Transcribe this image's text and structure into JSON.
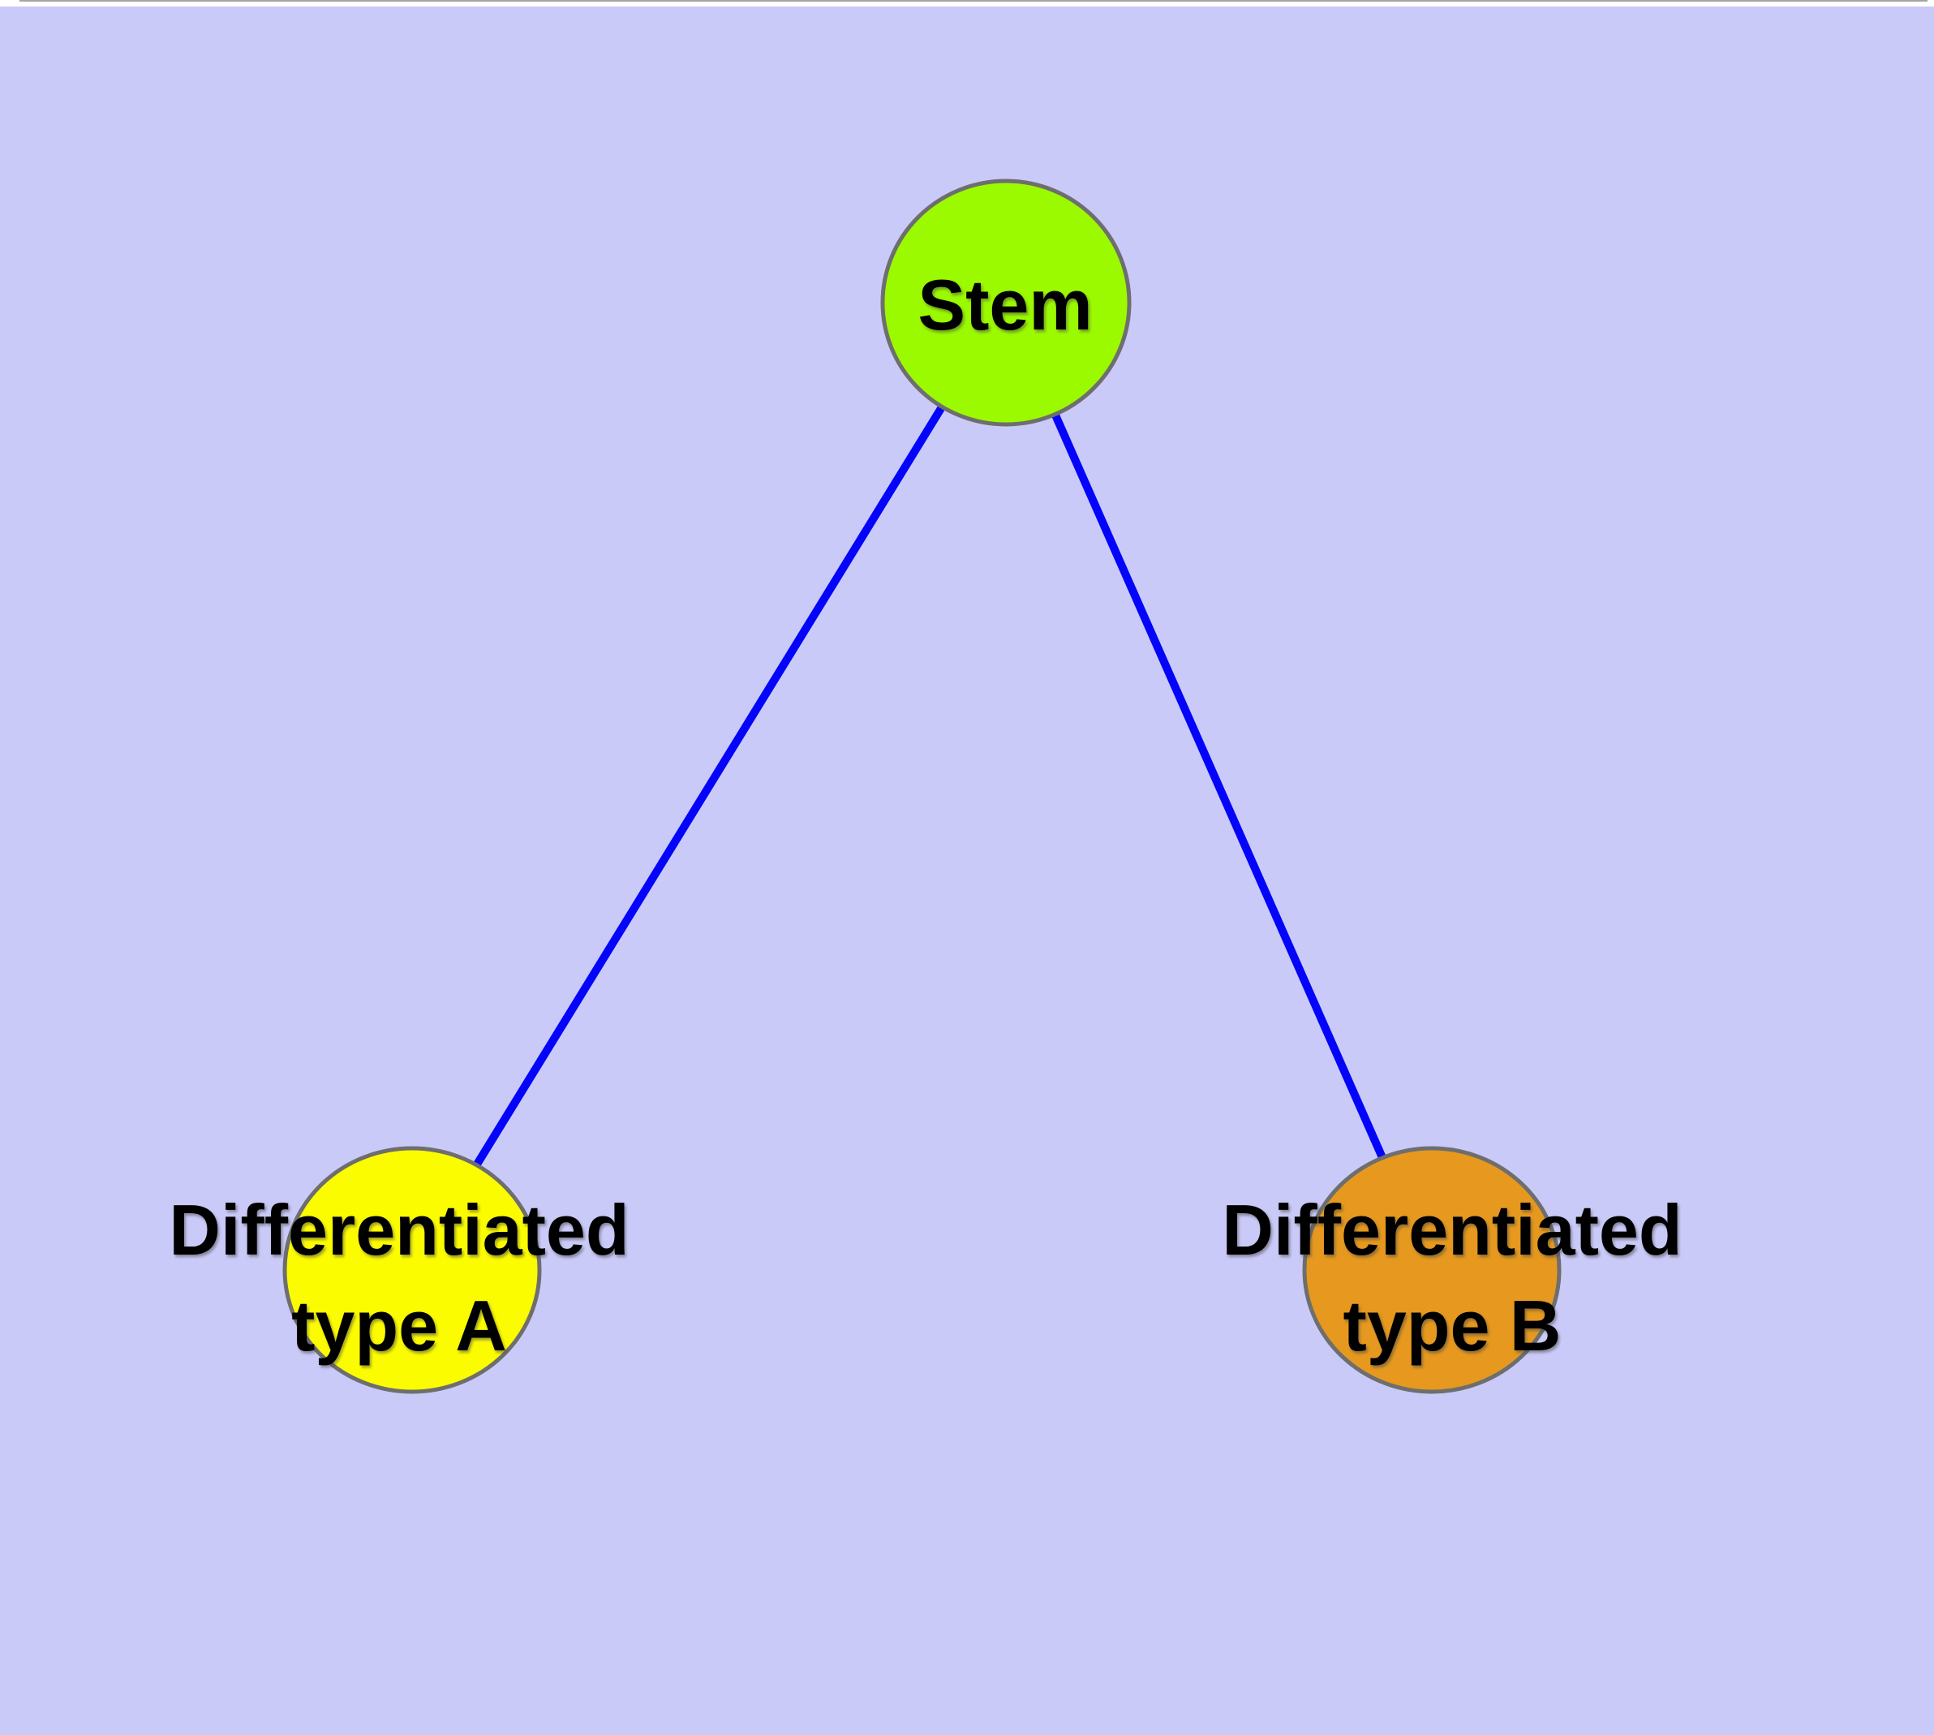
{
  "colors": {
    "background": "#cacaf9",
    "top_strip": "#ffffff",
    "edge": "#0404fa",
    "node_border": "#6e6e6e",
    "label": "#000000"
  },
  "nodes": [
    {
      "id": "stem",
      "label": "Stem",
      "fill": "#9bfa00"
    },
    {
      "id": "differentiated-type-a",
      "label_line1": "Differentiated",
      "label_line2": "type A",
      "fill": "#fcfc00"
    },
    {
      "id": "differentiated-type-b",
      "label_line1": "Differentiated",
      "label_line2": "type B",
      "fill": "#e6991e"
    }
  ],
  "edges": [
    {
      "from": "Stem",
      "to": "Differentiated type A"
    },
    {
      "from": "Stem",
      "to": "Differentiated type B"
    }
  ]
}
